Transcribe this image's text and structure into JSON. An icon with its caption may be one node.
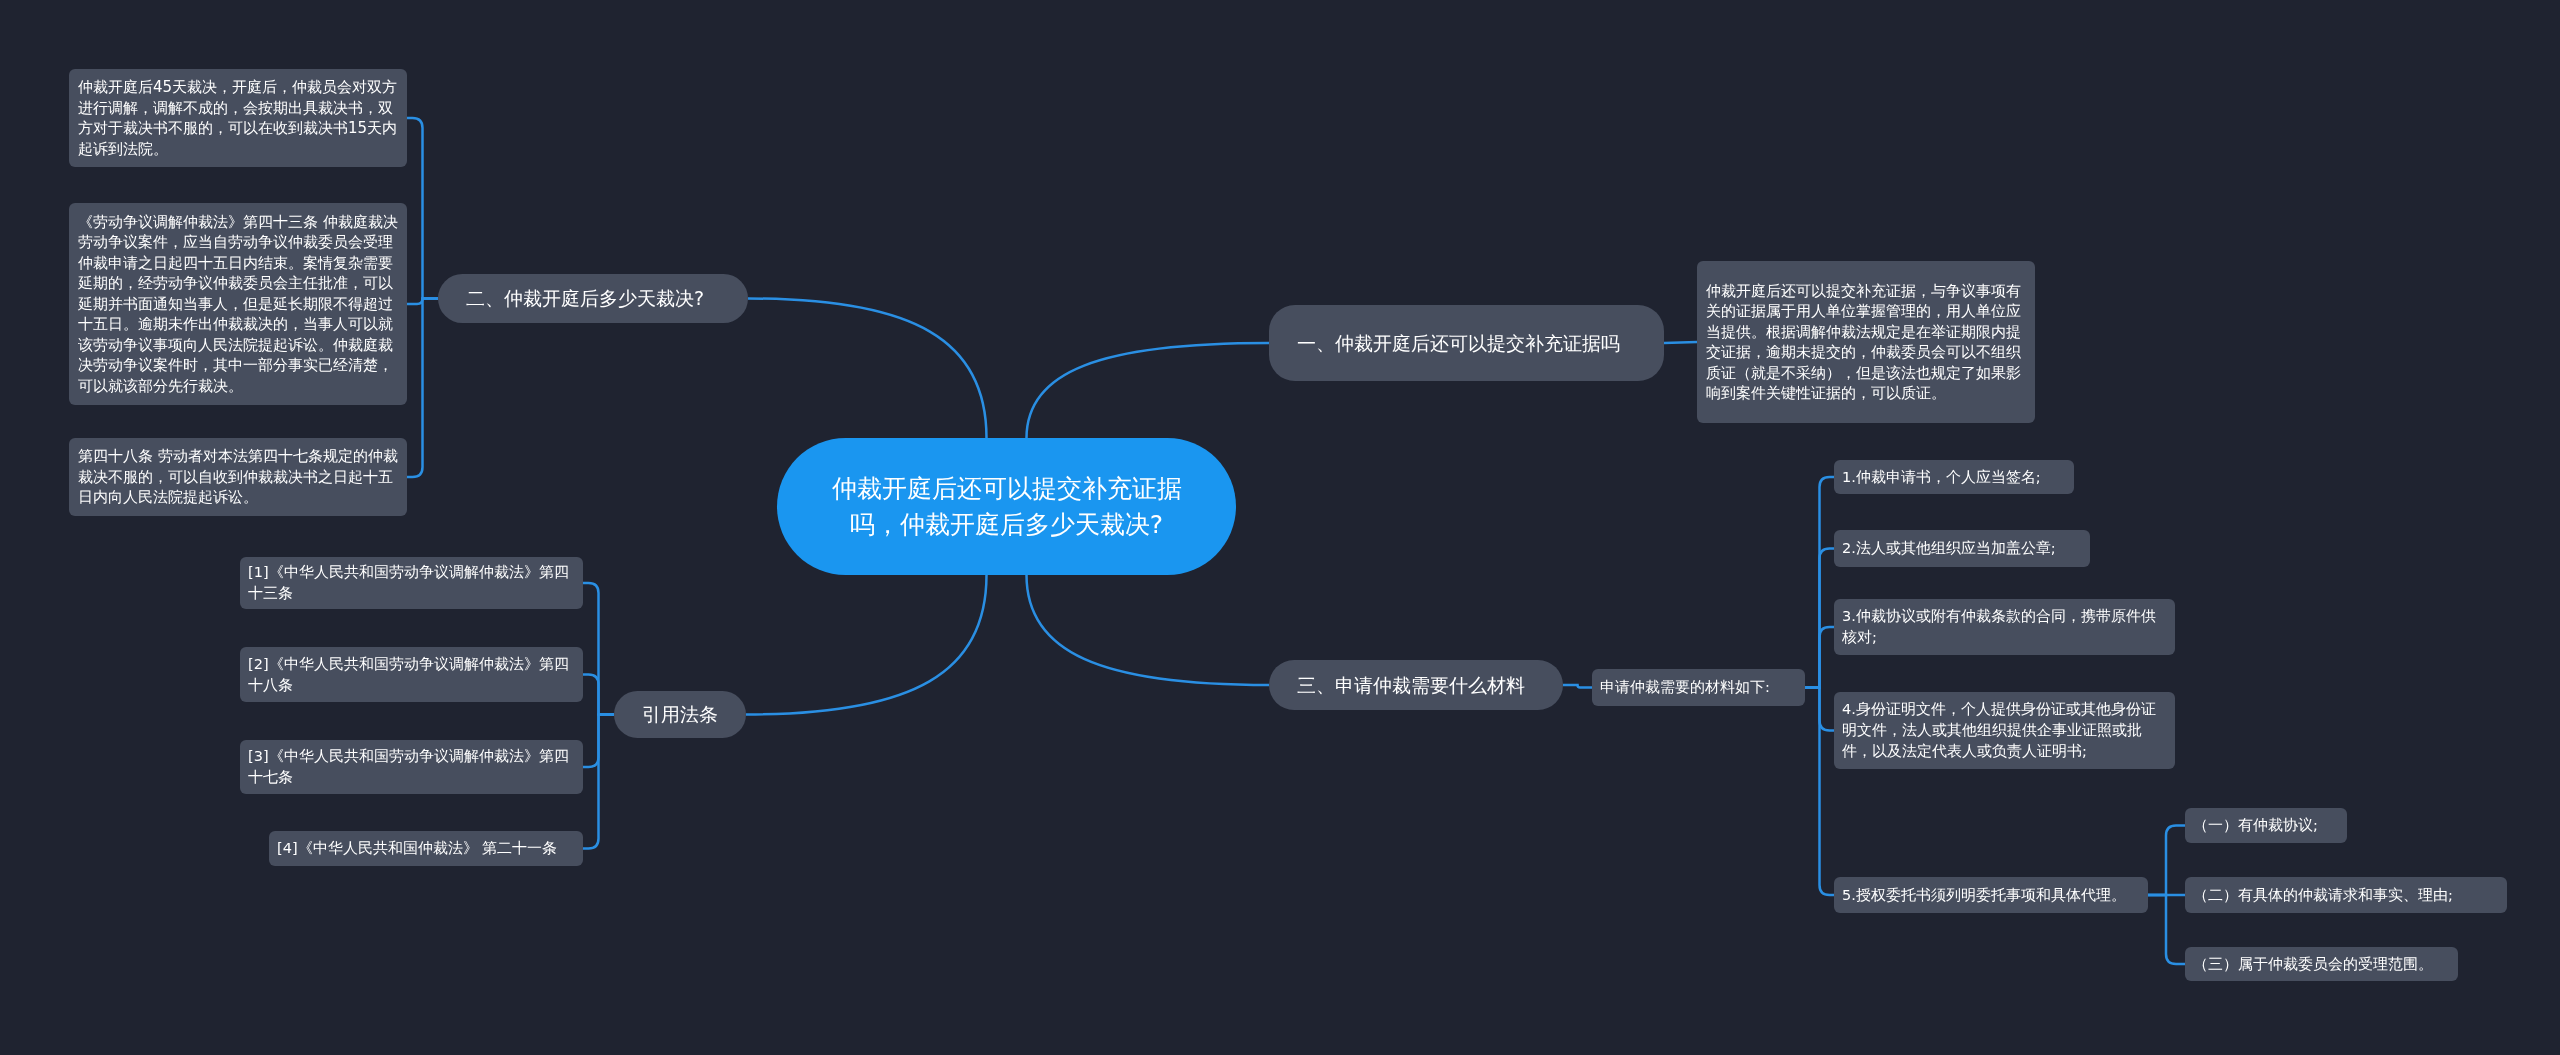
{
  "diagram": {
    "nodes": [
      {
        "text": [
          "仲裁开庭后还可以提交补充证据吗，仲裁开庭后多少天裁决?"
        ]
      },
      {
        "text": [
          "一、仲裁开庭后还可以提交补充证据吗"
        ]
      },
      {
        "text": [
          "仲裁开庭后还可以提交补充证据，与争议事项有关的证据属于用人单位掌握管理的，用人单位应当提供。根据调解仲裁法规定是在举证期限内提交证据，逾期未提交的，仲裁委员会可以不组织质证（就是不采纳），但是该法也规定了如果影响到案件关键性证据的，可以质证。"
        ]
      },
      {
        "text": [
          "二、仲裁开庭后多少天裁决?"
        ]
      },
      {
        "text": [
          "仲裁开庭后45天裁决，开庭后，仲裁员会对双方进行调解，调解不成的，会按期出具裁决书，双方对于裁决书不服的，可以在收到裁决书15天内起诉到法院。"
        ]
      },
      {
        "text": [
          "《劳动争议调解仲裁法》第四十三条 仲裁庭裁决劳动争议案件，应当自劳动争议仲裁委员会受理仲裁申请之日起四十五日内结束。案情复杂需要延期的，经劳动争议仲裁委员会主任批准，可以延期并书面通知当事人，但是延长期限不得超过十五日。逾期未作出仲裁裁决的，当事人可以就该劳动争议事项向人民法院提起诉讼。仲裁庭裁决劳动争议案件时，其中一部分事实已经清楚，可以就该部分先行裁决。"
        ]
      },
      {
        "text": [
          "第四十八条 劳动者对本法第四十七条规定的仲裁裁决不服的，可以自收到仲裁裁决书之日起十五日内向人民法院提起诉讼。"
        ]
      },
      {
        "text": [
          "三、申请仲裁需要什么材料"
        ]
      },
      {
        "text": [
          "申请仲裁需要的材料如下:"
        ]
      },
      {
        "text": [
          "1.仲裁申请书，个人应当签名;"
        ]
      },
      {
        "text": [
          "2.法人或其他组织应当加盖公章;"
        ]
      },
      {
        "text": [
          "3.仲裁协议或附有仲裁条款的合同，携带原件供核对;"
        ]
      },
      {
        "text": [
          "4.身份证明文件，个人提供身份证或其他身份证明文件，法人或其他组织提供企事业证照或批件，以及法定代表人或负责人证明书;"
        ]
      },
      {
        "text": [
          "5.授权委托书须列明委托事项和具体代理。"
        ]
      },
      {
        "text": [
          "（一）有仲裁协议;"
        ]
      },
      {
        "text": [
          "（二）有具体的仲裁请求和事实、理由;"
        ]
      },
      {
        "text": [
          "（三）属于仲裁委员会的受理范围。"
        ]
      },
      {
        "text": [
          "引用法条"
        ]
      },
      {
        "text": [
          "[1]《中华人民共和国劳动争议调解仲裁法》第四十三条"
        ]
      },
      {
        "text": [
          "[2]《中华人民共和国劳动争议调解仲裁法》第四十八条"
        ]
      },
      {
        "text": [
          "[3]《中华人民共和国劳动争议调解仲裁法》第四十七条"
        ]
      },
      {
        "text": [
          "[4]《中华人民共和国仲裁法》 第二十一条"
        ]
      }
    ],
    "edges": [
      {
        "from": 0,
        "to": 1,
        "arrow": "none"
      },
      {
        "from": 1,
        "to": 2,
        "arrow": "none"
      },
      {
        "from": 0,
        "to": 3,
        "arrow": "none"
      },
      {
        "from": 3,
        "to": 4,
        "arrow": "none"
      },
      {
        "from": 3,
        "to": 5,
        "arrow": "none"
      },
      {
        "from": 3,
        "to": 6,
        "arrow": "none"
      },
      {
        "from": 0,
        "to": 7,
        "arrow": "none"
      },
      {
        "from": 7,
        "to": 8,
        "arrow": "none"
      },
      {
        "from": 8,
        "to": 9,
        "arrow": "none"
      },
      {
        "from": 8,
        "to": 10,
        "arrow": "none"
      },
      {
        "from": 8,
        "to": 11,
        "arrow": "none"
      },
      {
        "from": 8,
        "to": 12,
        "arrow": "none"
      },
      {
        "from": 8,
        "to": 13,
        "arrow": "none"
      },
      {
        "from": 13,
        "to": 14,
        "arrow": "none"
      },
      {
        "from": 13,
        "to": 15,
        "arrow": "none"
      },
      {
        "from": 13,
        "to": 16,
        "arrow": "none"
      },
      {
        "from": 0,
        "to": 17,
        "arrow": "none"
      },
      {
        "from": 17,
        "to": 18,
        "arrow": "none"
      },
      {
        "from": 17,
        "to": 19,
        "arrow": "none"
      },
      {
        "from": 17,
        "to": 20,
        "arrow": "none"
      },
      {
        "from": 17,
        "to": 21,
        "arrow": "none"
      }
    ]
  }
}
